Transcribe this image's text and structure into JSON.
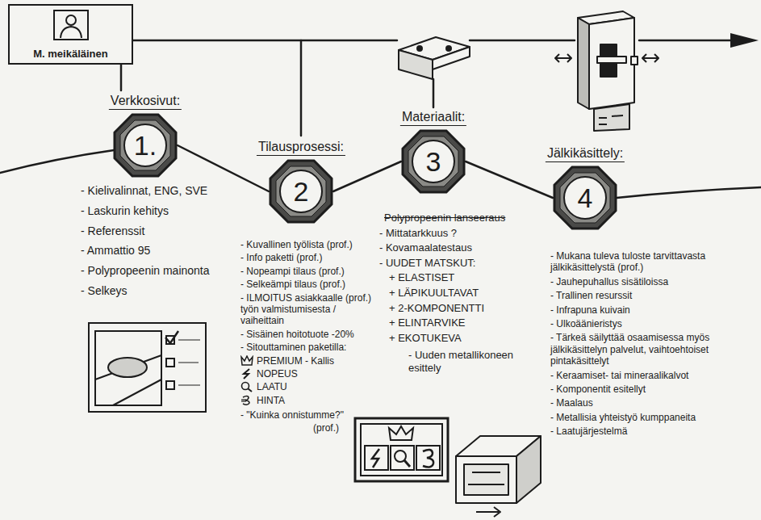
{
  "diagram": {
    "nodes": [
      {
        "text": [
          "M. meikäläinen"
        ]
      },
      {
        "text": [
          "Verkkosivut:",
          "1."
        ]
      },
      {
        "text": [
          "Tilausprosessi:",
          "2"
        ]
      },
      {
        "text": [
          "Materiaalit:",
          "3"
        ]
      },
      {
        "text": [
          "Jälkikäsittely:",
          "4"
        ]
      }
    ],
    "edges": [
      {
        "from": 1,
        "to": 2,
        "arrow": "none"
      },
      {
        "from": 2,
        "to": 3,
        "arrow": "none"
      },
      {
        "from": 3,
        "to": 4,
        "arrow": "none"
      }
    ],
    "labels": [
      "- Kielivalinnat, ENG, SVE",
      "- Laskurin kehitys",
      "- Referenssit",
      "- Ammattio 95",
      "- Polypropeenin mainonta",
      "- Selkeys",
      "- Kuvallinen työlista (prof.)",
      "- Info paketti (prof.)",
      "- Nopeampi tilaus (prof.)",
      "- Selkeämpi tilaus (prof.)",
      "- ILMOITUS asiakkaalle (prof.) työn valmistumisesta / vaiheittain",
      "- Sisäinen hoitotuote -20%",
      "- Sitouttaminen paketilla:",
      "PREMIUM - Kallis",
      "NOPEUS",
      "LAATU",
      "HINTA",
      "- \"Kuinka onnistumme?\"",
      "(prof.)",
      "Polypropeenin lanseeraus",
      "- Mittatarkkuus ?",
      "- Kovamaalatestaus",
      "- UUDET MATSKUT:",
      "+ ELASTISET",
      "+ LÄPIKUULTAVAT",
      "+ 2-KOMPONENTTI",
      "+ ELINTARVIKE",
      "+ EKOTUKEVA",
      "- Uuden metallikoneen esittely",
      "- Mukana tuleva tuloste tarvittavasta jälkikäsittelystä (prof.)",
      "- Jauhepuhallus sisätiloissa",
      "- Trallinen resurssit",
      "- Infrapuna kuivain",
      "- Ulkoäänieristys",
      "- Tärkeä säilyttää osaamisessa myös jälkikäsittelyn palvelut, vaihtoehtoiset pintakäsittelyt",
      "- Keraamiset- tai mineraalikalvot",
      "- Komponentit esitellyt",
      "- Maalaus",
      "- Metallisia yhteistyö kumppaneita",
      "- Laatujärjestelmä"
    ]
  }
}
